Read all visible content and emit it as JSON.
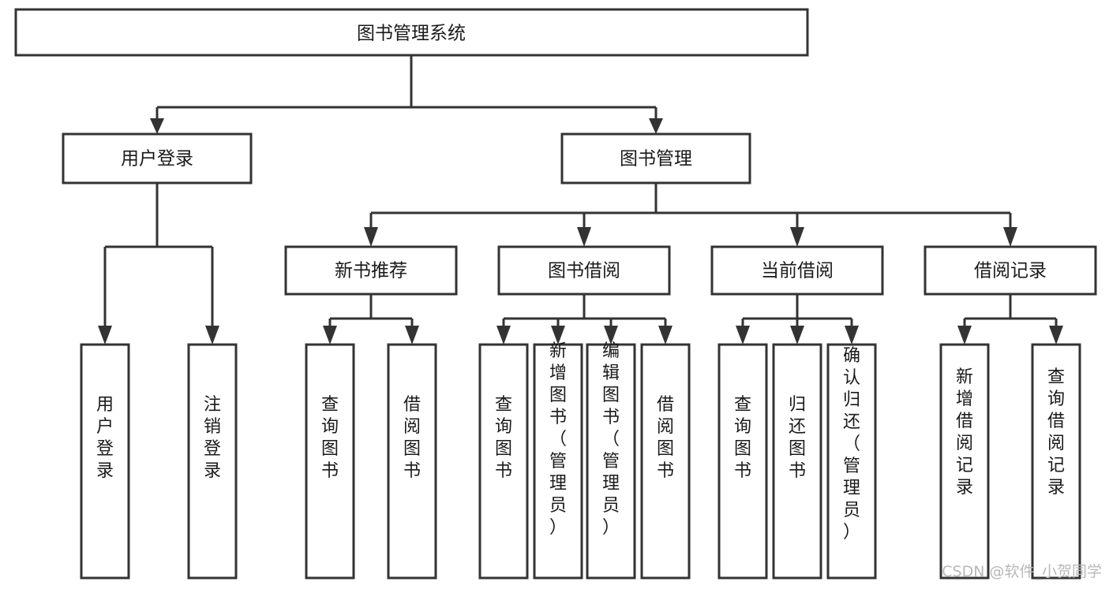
{
  "diagram": {
    "type": "tree",
    "title": "图书管理系统",
    "background_color": "#ffffff",
    "line_color": "#333333",
    "text_color": "#1a1a1a",
    "root": {
      "id": "root",
      "label": "图书管理系统"
    },
    "level2": [
      {
        "id": "user-login",
        "label": "用户登录"
      },
      {
        "id": "book-manage",
        "label": "图书管理"
      }
    ],
    "level3": [
      {
        "id": "new-book-rec",
        "label": "新书推荐",
        "parent": "book-manage"
      },
      {
        "id": "book-borrow",
        "label": "图书借阅",
        "parent": "book-manage"
      },
      {
        "id": "current-borrow",
        "label": "当前借阅",
        "parent": "book-manage"
      },
      {
        "id": "borrow-record",
        "label": "借阅记录",
        "parent": "book-manage"
      }
    ],
    "leaves": {
      "user-login": [
        {
          "id": "leaf-user-login",
          "label": "用户登录"
        },
        {
          "id": "leaf-user-logout",
          "label": "注销登录"
        }
      ],
      "new-book-rec": [
        {
          "id": "leaf-query-book-1",
          "label": "查询图书"
        },
        {
          "id": "leaf-borrow-book-1",
          "label": "借阅图书"
        }
      ],
      "book-borrow": [
        {
          "id": "leaf-query-book-2",
          "label": "查询图书"
        },
        {
          "id": "leaf-add-book",
          "label": "新增图书（管理员）"
        },
        {
          "id": "leaf-edit-book",
          "label": "编辑图书（管理员）"
        },
        {
          "id": "leaf-borrow-book-2",
          "label": "借阅图书"
        }
      ],
      "current-borrow": [
        {
          "id": "leaf-query-book-3",
          "label": "查询图书"
        },
        {
          "id": "leaf-return-book",
          "label": "归还图书"
        },
        {
          "id": "leaf-confirm-return",
          "label": "确认归还（管理员）"
        }
      ],
      "borrow-record": [
        {
          "id": "leaf-add-record",
          "label": "新增借阅记录"
        },
        {
          "id": "leaf-query-record",
          "label": "查询借阅记录"
        }
      ]
    }
  },
  "watermark": {
    "text": "CSDN @软件_小贺同学"
  }
}
